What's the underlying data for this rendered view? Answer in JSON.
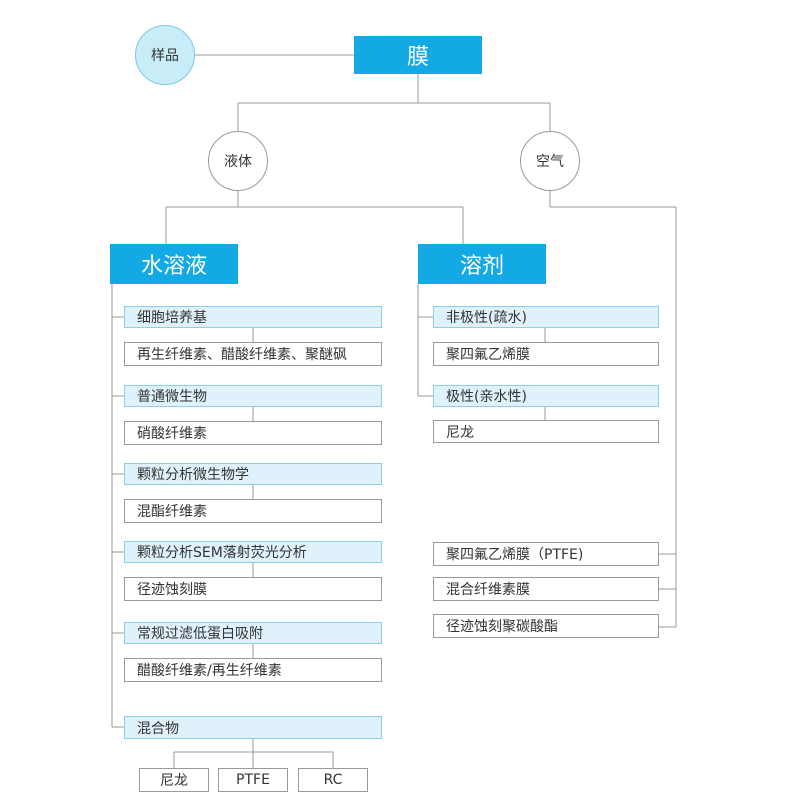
{
  "root": {
    "sample": "样品",
    "membrane": "膜"
  },
  "branches": {
    "liquid": "液体",
    "air": "空气"
  },
  "solutions": {
    "aqueous": "水溶液",
    "solvent": "溶剂"
  },
  "aqueous": [
    {
      "category": "细胞培养基",
      "material": "再生纤维素、醋酸纤维素、聚醚砜"
    },
    {
      "category": "普通微生物",
      "material": "硝酸纤维素"
    },
    {
      "category": "颗粒分析微生物学",
      "material": "混酯纤维素"
    },
    {
      "category": "颗粒分析SEM落射荧光分析",
      "material": "径迹蚀刻膜"
    },
    {
      "category": "常规过滤低蛋白吸附",
      "material": "醋酸纤维素/再生纤维素"
    }
  ],
  "mixture": {
    "category": "混合物",
    "leaves": [
      "尼龙",
      "PTFE",
      "RC"
    ]
  },
  "solvent": [
    {
      "category": "非极性(疏水)",
      "material": "聚四氟乙烯膜"
    },
    {
      "category": "极性(亲水性)",
      "material": "尼龙"
    }
  ],
  "air": [
    "聚四氟乙烯膜（PTFE)",
    "混合纤维素膜",
    "径迹蚀刻聚碳酸酯"
  ],
  "colors": {
    "accent": "#13a9e4",
    "category_fill": "#dff2fb",
    "sample_fill": "#c9ecf9",
    "line": "#9a9a9a"
  }
}
